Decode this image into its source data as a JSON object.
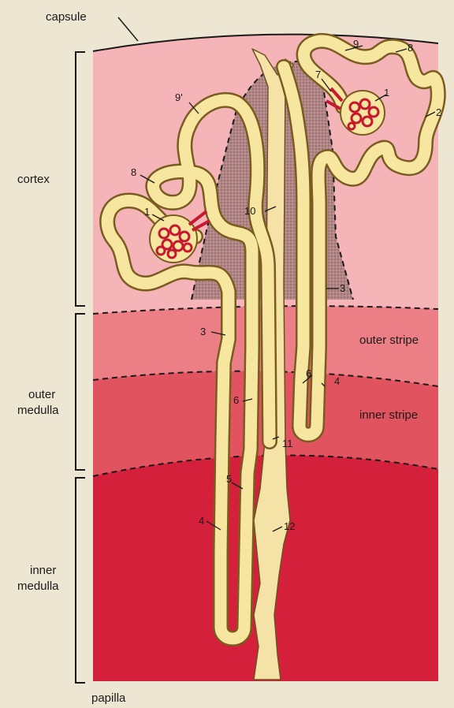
{
  "regions": {
    "capsule": "capsule",
    "cortex": "cortex",
    "outer_medulla": [
      "outer",
      "medulla"
    ],
    "inner_medulla": [
      "inner",
      "medulla"
    ],
    "papilla": "papilla",
    "outer_stripe": "outer stripe",
    "inner_stripe": "inner stripe"
  },
  "numbers": {
    "n1": "1",
    "n2": "2",
    "n3": "3",
    "n4": "4",
    "n5": "5",
    "n6": "6",
    "n7": "7",
    "n8": "8",
    "n9": "9",
    "n9p": "9'",
    "n10": "10",
    "n11": "11",
    "n12": "12"
  },
  "colors": {
    "paper": "#ece6d2",
    "cortex": "#f4b4b8",
    "outer_stripe": "#ec7f86",
    "inner_stripe": "#e25360",
    "inner_medulla": "#d4203a",
    "medullary_ray": "#a87c7c",
    "tubule_fill": "#f7e6a0",
    "tubule_edge": "#8a6a2a",
    "glomerulus": "#c81830"
  }
}
